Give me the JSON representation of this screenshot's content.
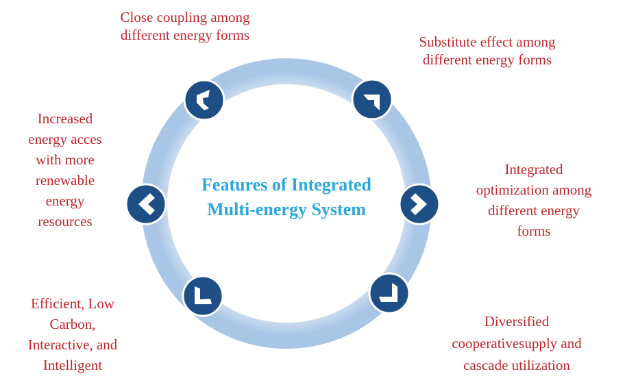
{
  "center": {
    "line1": "Features of  Integrated",
    "line2": "Multi-energy System"
  },
  "features": {
    "top_left": [
      "Close coupling among",
      "different energy forms"
    ],
    "top_right": [
      "Substitute effect  among",
      "different energy forms"
    ],
    "left": [
      "Increased",
      "energy acces",
      "with more",
      "renewable",
      "energy",
      "resources"
    ],
    "right": [
      "Integrated",
      "optimization among",
      "different energy",
      "forms"
    ],
    "bottom_left": [
      "Efficient, Low",
      "Carbon,",
      "Interactive, and",
      "Intelligent"
    ],
    "bottom_right": [
      "Diversified",
      "cooperativesupply and",
      "cascade utilization"
    ]
  },
  "colors": {
    "ring": "#bcd3ea",
    "node": "#1d4f86",
    "label_text": "#c0272d",
    "title_text": "#2aa7df"
  },
  "icons": {
    "top_left": "arrow-up-left-icon",
    "top_right": "arrow-up-right-icon",
    "left": "chevron-left-icon",
    "right": "chevron-right-icon",
    "bottom_left": "arrow-down-left-icon",
    "bottom_right": "arrow-down-right-icon"
  }
}
